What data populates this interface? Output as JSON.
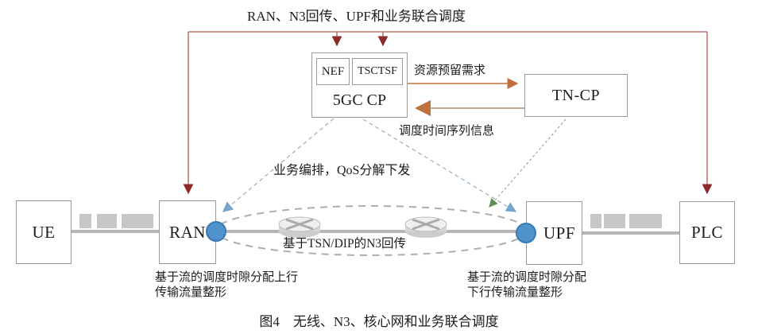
{
  "figure": {
    "top_label": "RAN、N3回传、UPF和业务联合调度",
    "caption": "图4　无线、N3、核心网和业务联合调度"
  },
  "nodes": {
    "ue": {
      "label": "UE"
    },
    "ran": {
      "label": "RAN"
    },
    "upf": {
      "label": "UPF"
    },
    "plc": {
      "label": "PLC"
    },
    "cp5gc": {
      "label": "5GC CP"
    },
    "nef": {
      "label": "NEF"
    },
    "tsctsf": {
      "label": "TSCTSF"
    },
    "tncp": {
      "label": "TN-CP"
    }
  },
  "edge_labels": {
    "resource_reservation_request": "资源预留需求",
    "scheduling_time_series_info": "调度时间序列信息",
    "service_orchestration_qos": "业务编排，QoS分解下发",
    "n3_backhaul": "基于TSN/DIP的N3回传"
  },
  "notes": {
    "ran_line1": "基于流的调度时隙分配上行",
    "ran_line2": "传输流量整形",
    "upf_line1": "基于流的调度时隙分配",
    "upf_line2": "下行传输流量整形"
  },
  "colors": {
    "red_line": "#ad5a50",
    "red_arrowhead": "#8f2a2a",
    "orange_arrow": "#c0703a",
    "return_line": "#c4aa96",
    "blue_dashed": "#9db4c8",
    "blue_arrowhead": "#76a5cc",
    "green_arrowhead": "#5f8f55",
    "tn_dashed": "#9a9a9a",
    "gray_link": "#b5b5b5",
    "link_block": "#c6c6c6",
    "ellipse_dash": "#aeaeae",
    "circle_fill": "#4e93cc",
    "circle_border": "#3a7ab2",
    "node_border": "#9a9a9a"
  }
}
